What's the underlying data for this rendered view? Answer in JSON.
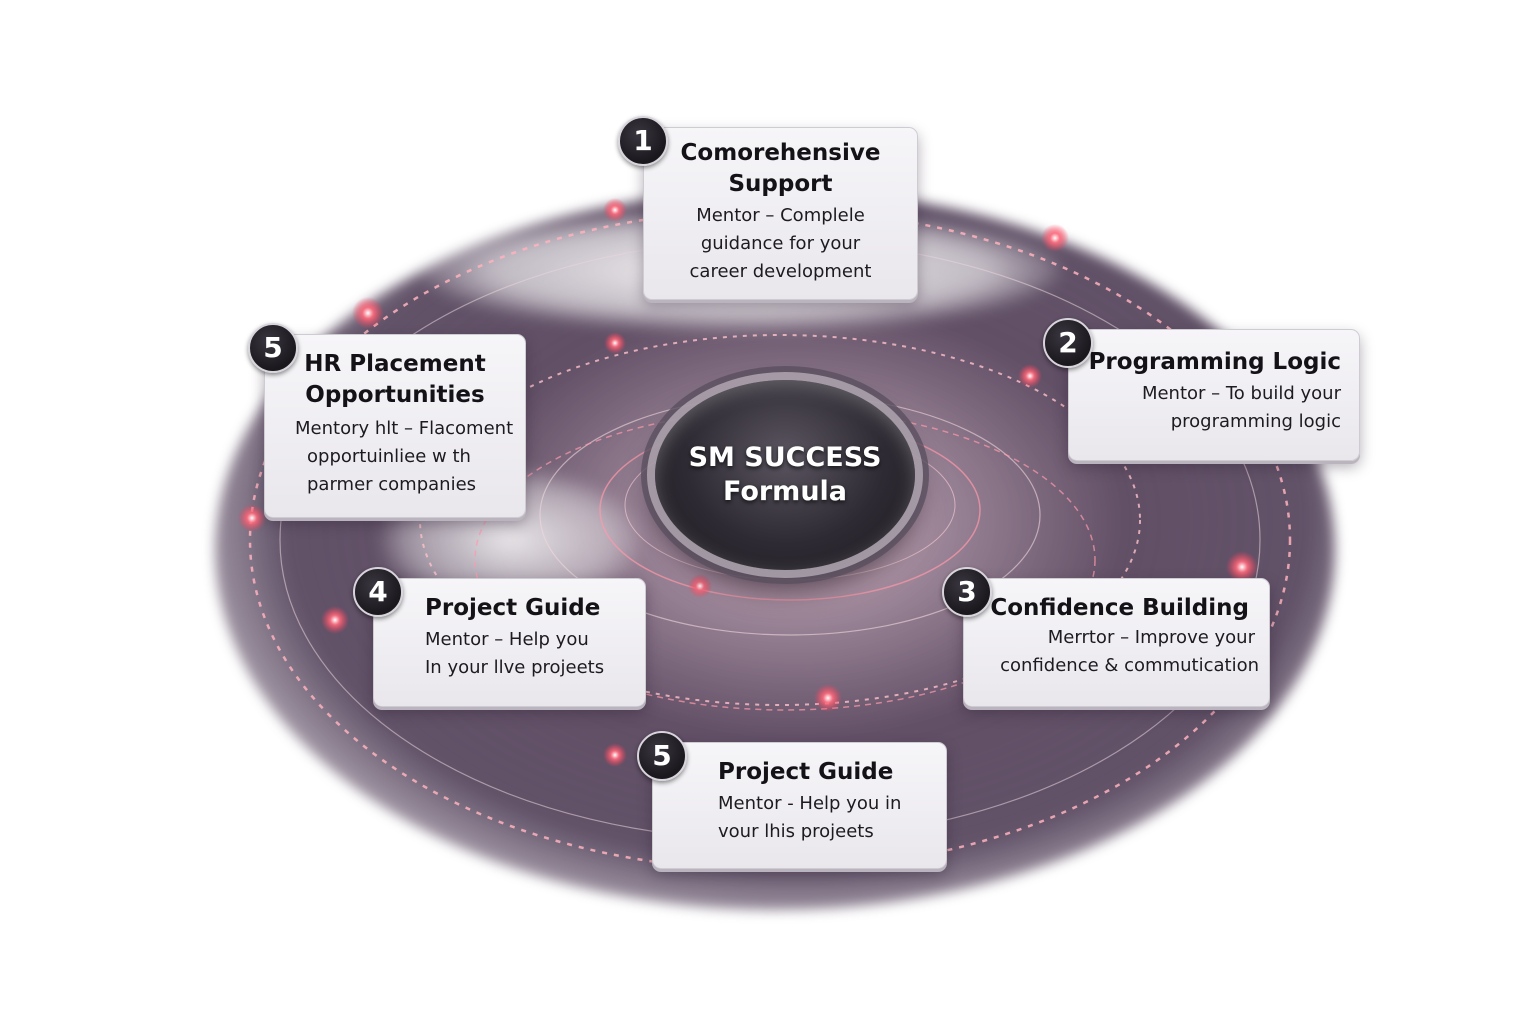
{
  "hub": {
    "line1": "SM SUCCESS",
    "line2": "Formula"
  },
  "cards": [
    {
      "number": "1",
      "title_line1": "Comorehensive",
      "title_line2": "Support",
      "desc_line1": "Mentor – Complele",
      "desc_line2": "guidance for your",
      "desc_line3": "career development"
    },
    {
      "number": "2",
      "title_line1": "Programming Logic",
      "desc_line1": "Mentor – To build your",
      "desc_line2": "programming logic"
    },
    {
      "number": "3",
      "title_line1": "Confidence Building",
      "desc_line1": "Merrtor – Improve your",
      "desc_line2": "confidence & commutication"
    },
    {
      "number": "4",
      "title_line1": "Project Guide",
      "desc_line1": "Mentor – Help you",
      "desc_line2": "In your llve projeets"
    },
    {
      "number": "5",
      "title_line1": "Project Guide",
      "desc_line1": "Mentor - Help you in",
      "desc_line2": "vour lhis projeets"
    },
    {
      "number": "5",
      "title_line1": "HR Placement",
      "title_line2": "Opportunities",
      "desc_line1": "Mentory hlt – Flacoment",
      "desc_line2": "opportuinliee w th",
      "desc_line3": "parmer companies"
    }
  ],
  "colors": {
    "glow": "#ff5a6e",
    "vortex": "#4e3e55",
    "card_bg": "#efedf1",
    "badge_bg": "#1d1b20",
    "text": "#141216"
  }
}
